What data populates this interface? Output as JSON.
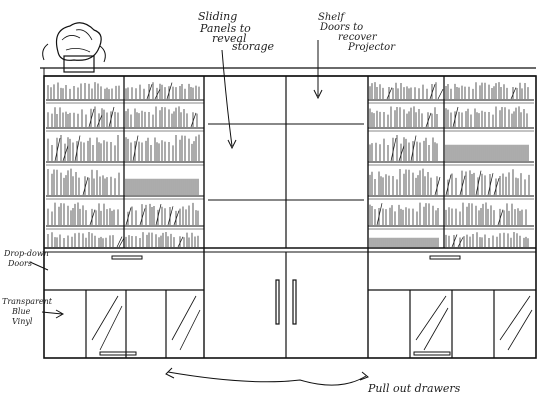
{
  "annotations": {
    "sliding_panels": [
      "Sliding",
      "Panels to",
      "reveal",
      "storage"
    ],
    "shelf_doors": [
      "Shelf",
      "Doors to",
      "recover",
      "Projector"
    ],
    "drop_down_doors": [
      "Drop-down",
      "Doors"
    ],
    "transparent_vinyl": [
      "Transparent",
      "Blue",
      "Vinyl"
    ],
    "pull_out_drawers": "Pull out drawers"
  },
  "colors": {
    "ink": "#111111",
    "paper": "#ffffff"
  }
}
